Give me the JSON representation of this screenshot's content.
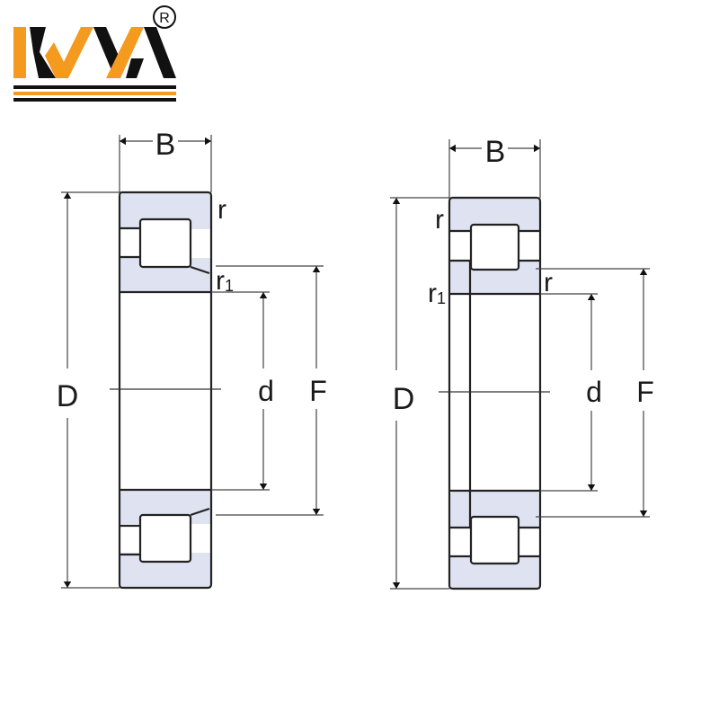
{
  "logo": {
    "text": "KYA",
    "registered_mark": "R",
    "colors": {
      "orange": "#f39a1f",
      "black": "#111111"
    }
  },
  "colors": {
    "ring_fill": "#dfe2f0",
    "stroke": "#222222",
    "dim_line": "#444444"
  },
  "drawings": [
    {
      "id": "left-bearing",
      "labels": {
        "width": "B",
        "outer_diameter": "D",
        "bore_diameter": "d",
        "raceway_diameter": "F",
        "chamfer_outer": "r",
        "chamfer_inner": "r",
        "chamfer_inner_sub": "1"
      }
    },
    {
      "id": "right-bearing",
      "labels": {
        "width": "B",
        "outer_diameter": "D",
        "bore_diameter": "d",
        "raceway_diameter": "F",
        "chamfer_outer": "r",
        "chamfer_r1": "r",
        "chamfer_r1_sub": "1",
        "chamfer_inner": "r"
      }
    }
  ]
}
